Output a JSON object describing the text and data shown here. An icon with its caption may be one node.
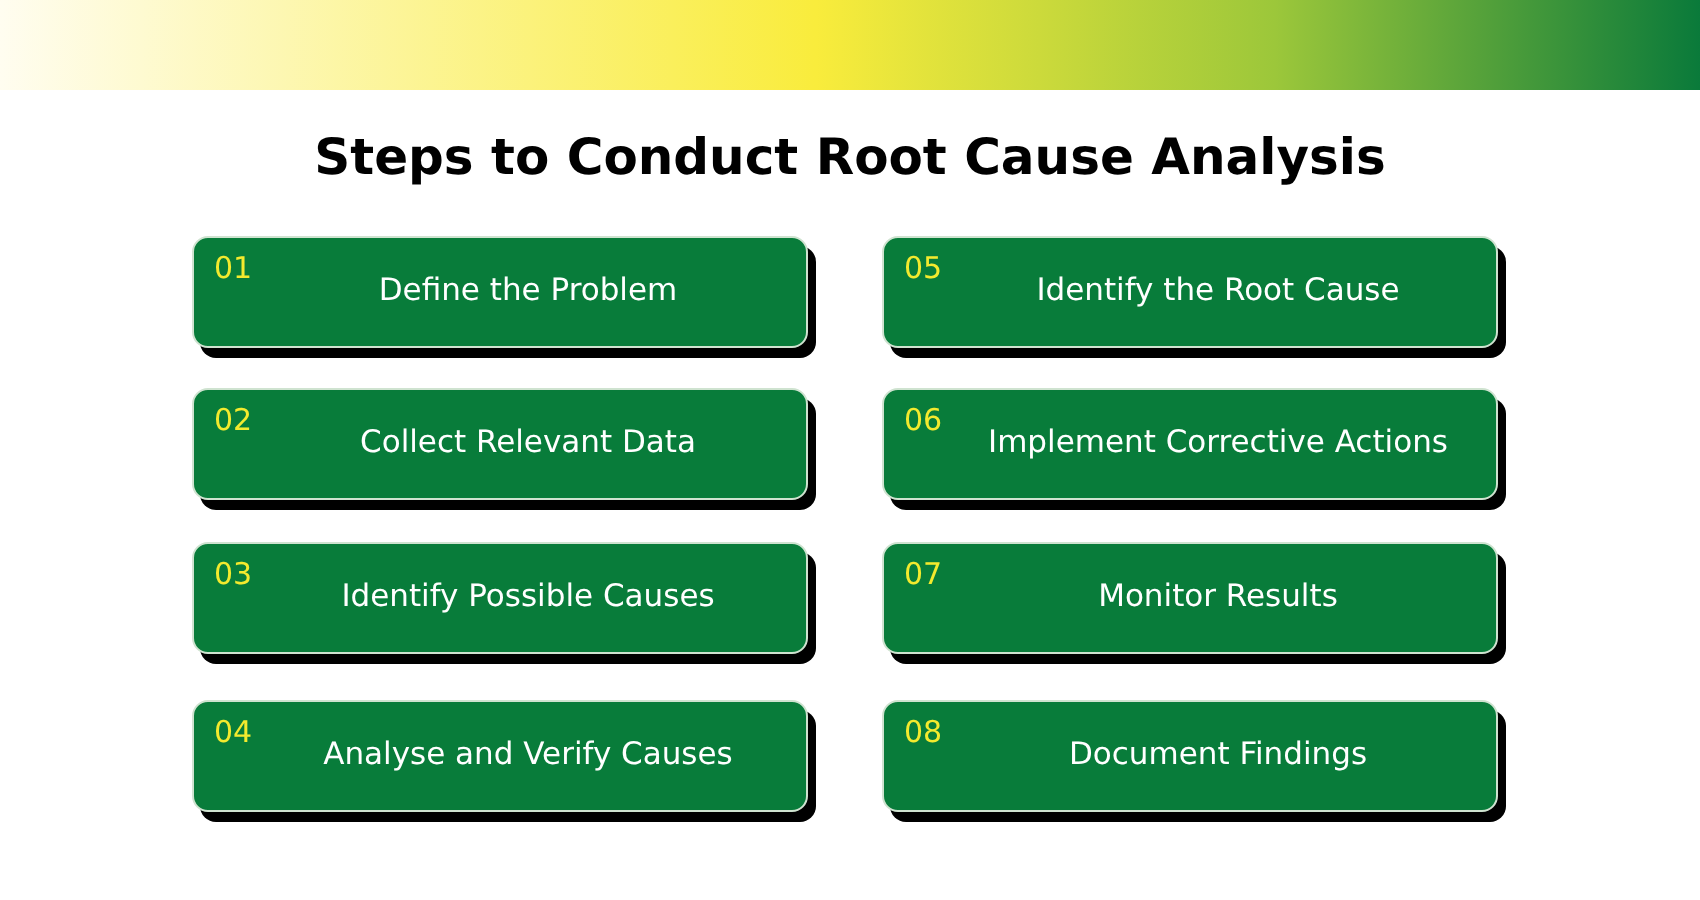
{
  "diagram": {
    "title": "Steps to Conduct Root Cause Analysis",
    "nodes": [
      {
        "text": [
          "01",
          "Define the Problem"
        ]
      },
      {
        "text": [
          "02",
          "Collect Relevant Data"
        ]
      },
      {
        "text": [
          "03",
          "Identify Possible Causes"
        ]
      },
      {
        "text": [
          "04",
          "Analyse and Verify Causes"
        ]
      },
      {
        "text": [
          "05",
          "Identify the Root Cause"
        ]
      },
      {
        "text": [
          "06",
          "Implement Corrective Actions"
        ]
      },
      {
        "text": [
          "07",
          "Monitor Results"
        ]
      },
      {
        "text": [
          "08",
          "Document Findings"
        ]
      }
    ]
  }
}
